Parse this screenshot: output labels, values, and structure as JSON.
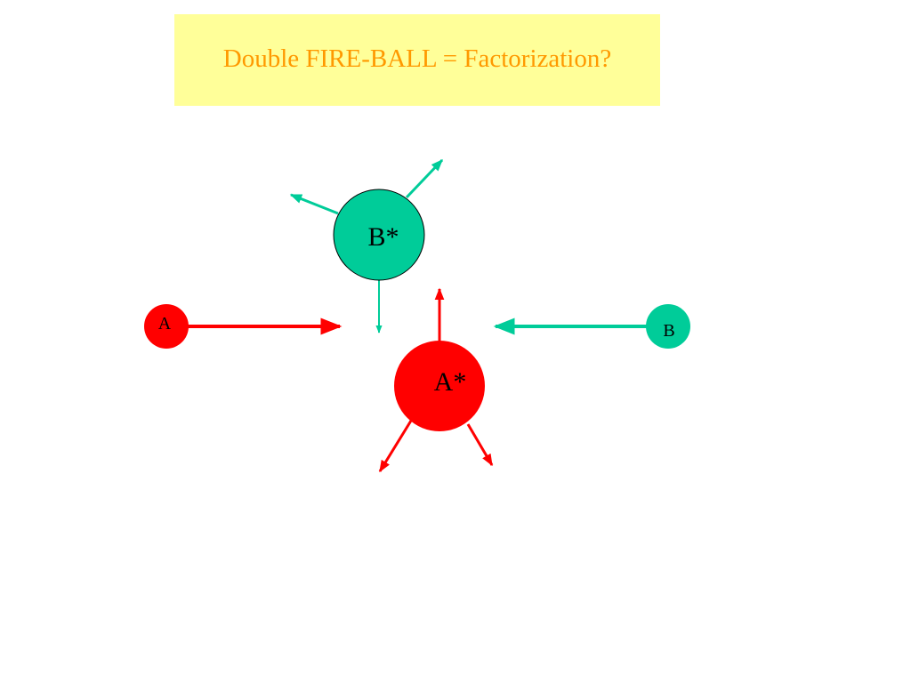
{
  "slide": {
    "title": "Double FIRE-BALL = Factorization?"
  },
  "diagram": {
    "colors": {
      "red": "#ff0000",
      "green": "#00cc99",
      "title_background": "#ffff99",
      "title_text": "#ff9900"
    },
    "nodes": {
      "a": {
        "label": "A"
      },
      "b": {
        "label": "B"
      },
      "a_star": {
        "label": "A*"
      },
      "b_star": {
        "label": "B*"
      }
    }
  }
}
